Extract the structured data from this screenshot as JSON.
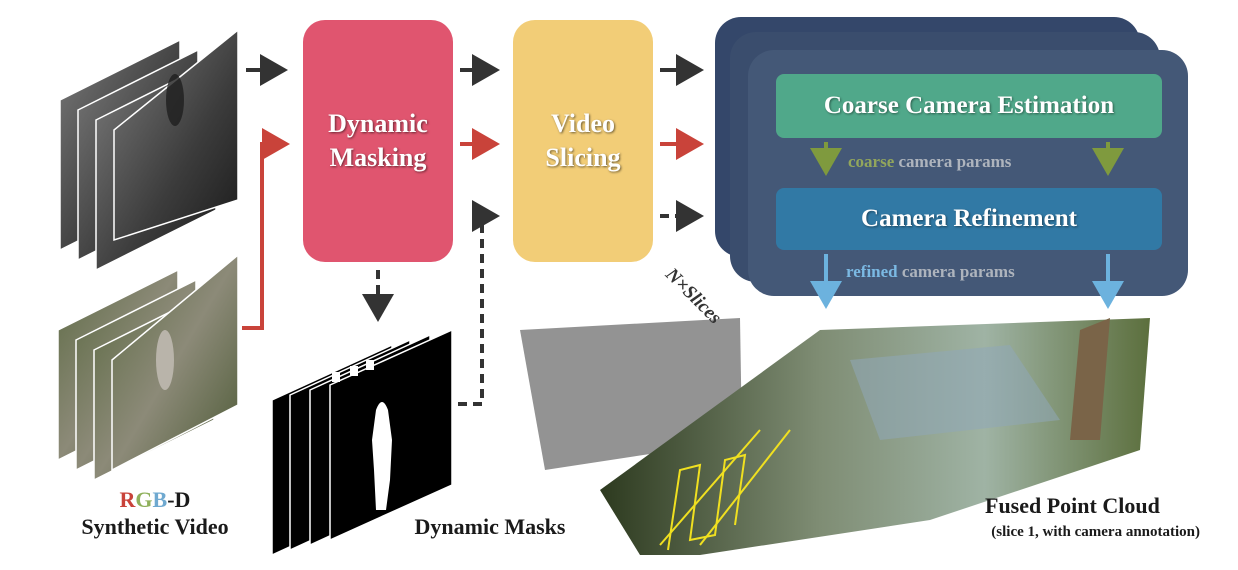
{
  "boxes": {
    "dynamic_masking": "Dynamic Masking",
    "video_slicing": "Video Slicing",
    "coarse_camera": "Coarse Camera Estimation",
    "camera_refinement": "Camera Refinement"
  },
  "params": {
    "coarse_highlight": "coarse",
    "coarse_rest": " camera params",
    "refined_highlight": "refined",
    "refined_rest": " camera params"
  },
  "labels": {
    "rgbd_r": "R",
    "rgbd_g": "G",
    "rgbd_b": "B",
    "rgbd_d": "-D",
    "synthetic_video": "Synthetic Video",
    "dynamic_masks": "Dynamic Masks",
    "fused_point_cloud": "Fused Point Cloud",
    "fused_subtitle": "(slice 1, with camera annotation)",
    "n_slices": "N×Slices"
  },
  "icons": [
    "black-arrow-icon",
    "red-arrow-icon",
    "dashed-arrow-icon",
    "green-down-arrow-icon",
    "blue-down-arrow-icon"
  ],
  "colors": {
    "dynamic_masking": "#e0556f",
    "video_slicing": "#f2cd77",
    "panel": "#445877",
    "coarse_box": "#50a88a",
    "refine_box": "#3179a5",
    "red_arrow": "#c9433a",
    "green_arrow": "#7f9a3e",
    "blue_arrow": "#6cb2de"
  }
}
